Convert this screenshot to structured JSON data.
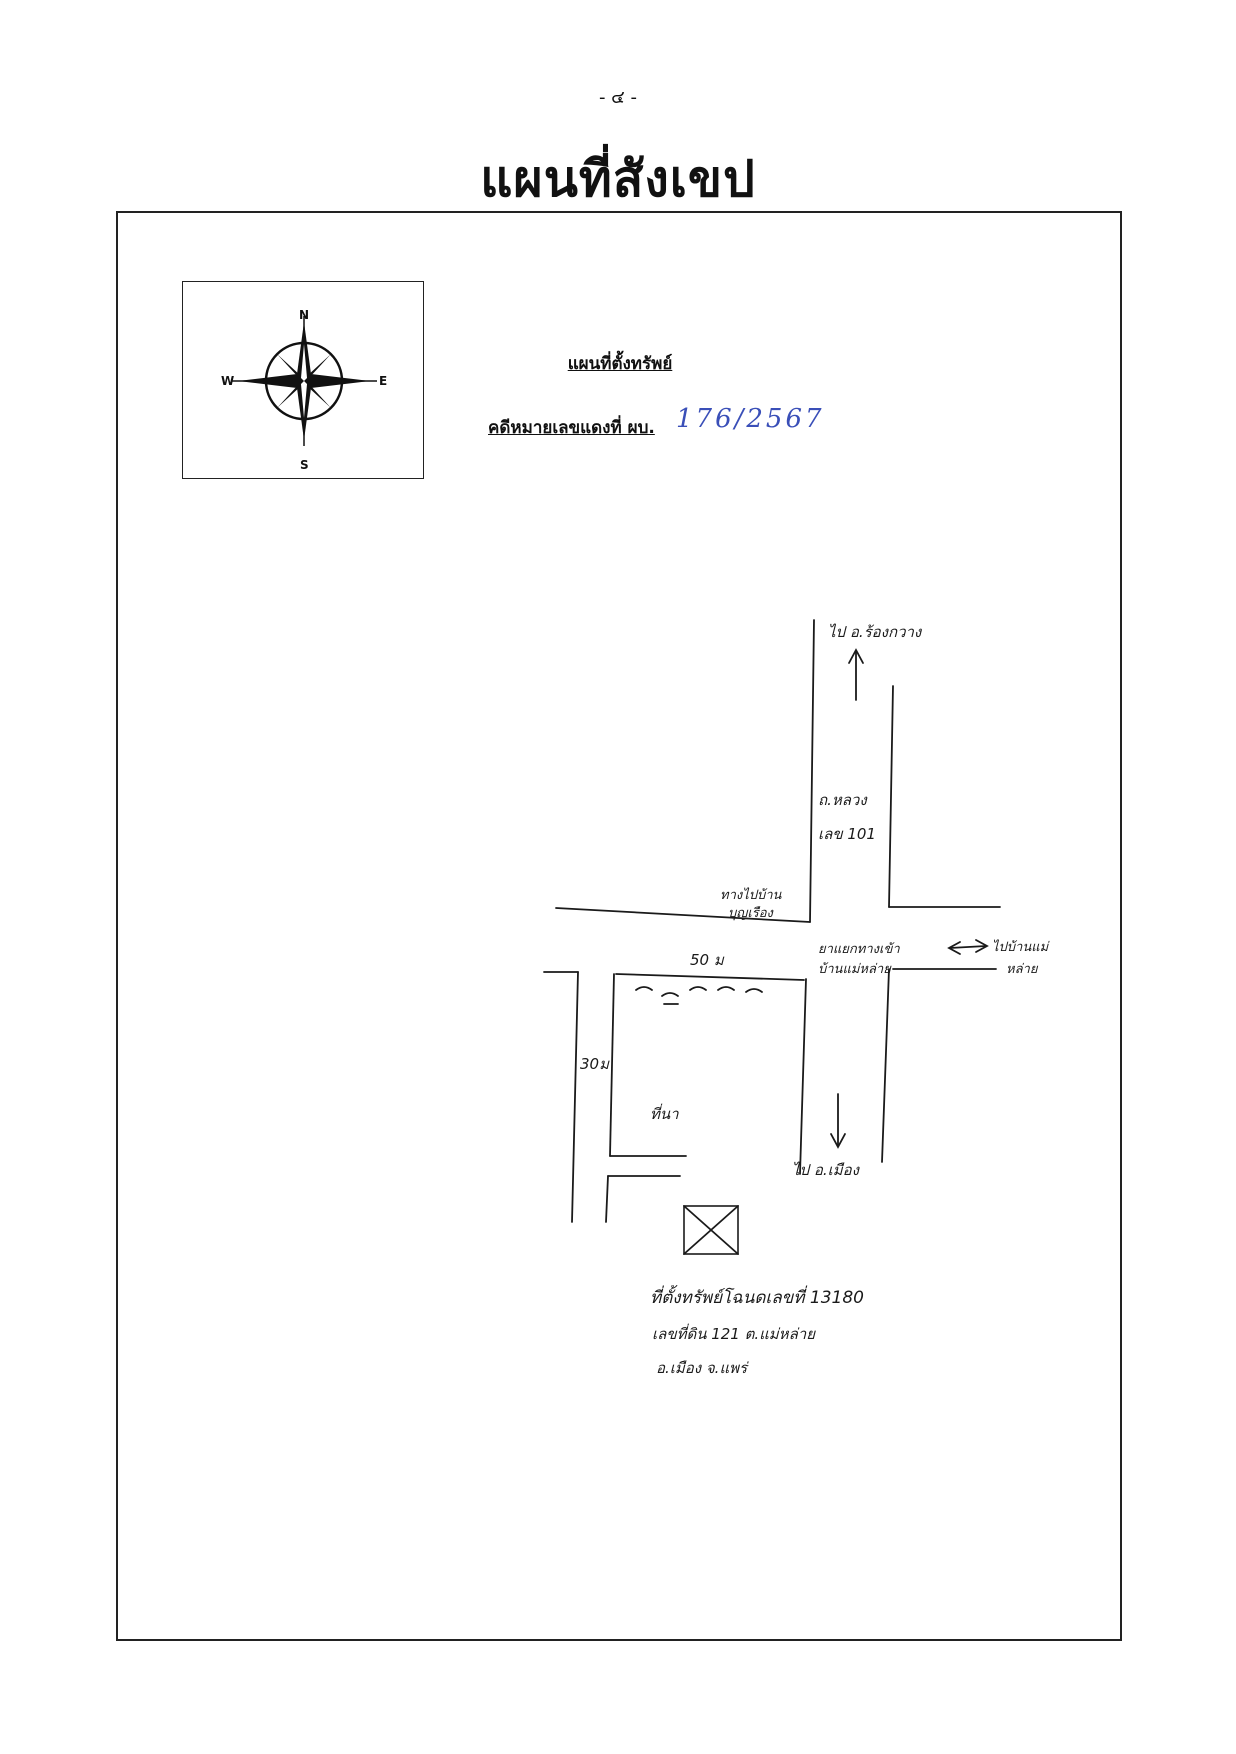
{
  "page": {
    "number": "- ๔ -",
    "title": "แผนที่สังเขป"
  },
  "compass": {
    "n": "N",
    "s": "S",
    "e": "E",
    "w": "W"
  },
  "header": {
    "map_heading": "แผนที่ตั้งทรัพย์",
    "case_label": "คดีหมายเลขแดงที่ ผบ.",
    "case_number": "176/2567"
  },
  "sketch": {
    "road_to_north": "ไป อ.ร้องกวาง",
    "highway_name": "ถ.หลวง",
    "highway_number": "เลข 101",
    "side_road": "ทางไปบ้าน",
    "side_road_2": "บุญเรือง",
    "junction": "ยาแยกทางเข้า",
    "junction_2": "บ้านแม่หล่าย",
    "to_village": "ไปบ้านแม่",
    "to_village_2": "หล่าย",
    "frontage": "50 ม",
    "depth": "30ม",
    "paddy": "ที่นา",
    "road_to_south": "ไป อ.เมือง",
    "property_line1": "ที่ตั้งทรัพย์โฉนดเลขที่ 13180",
    "property_line2": "เลขที่ดิน 121 ต.แม่หล่าย",
    "property_line3": "อ.เมือง จ.แพร่"
  }
}
